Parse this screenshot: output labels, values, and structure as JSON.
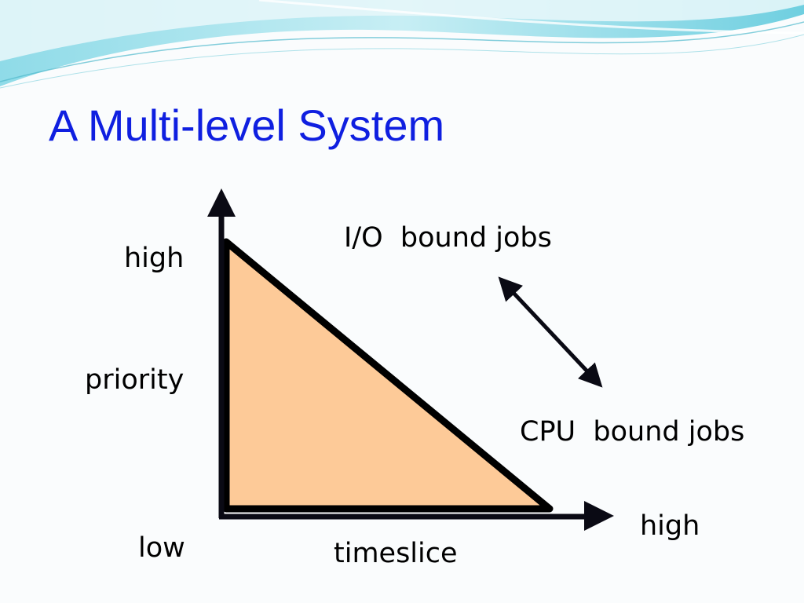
{
  "slide": {
    "title": "A Multi-level System"
  },
  "diagram": {
    "axis_labels": {
      "y_high": "high",
      "y_name": "priority",
      "y_low": "low",
      "x_name": "timeslice",
      "x_high": "high"
    },
    "annotations": {
      "top": "I/O  bound jobs",
      "bottom": "CPU  bound jobs"
    },
    "colors": {
      "title": "#0f1fe0",
      "triangle_fill": "#fdca98",
      "stroke": "#000000"
    },
    "icons": [
      "double-headed-arrow-icon",
      "up-arrowhead-icon",
      "right-arrowhead-icon"
    ]
  }
}
